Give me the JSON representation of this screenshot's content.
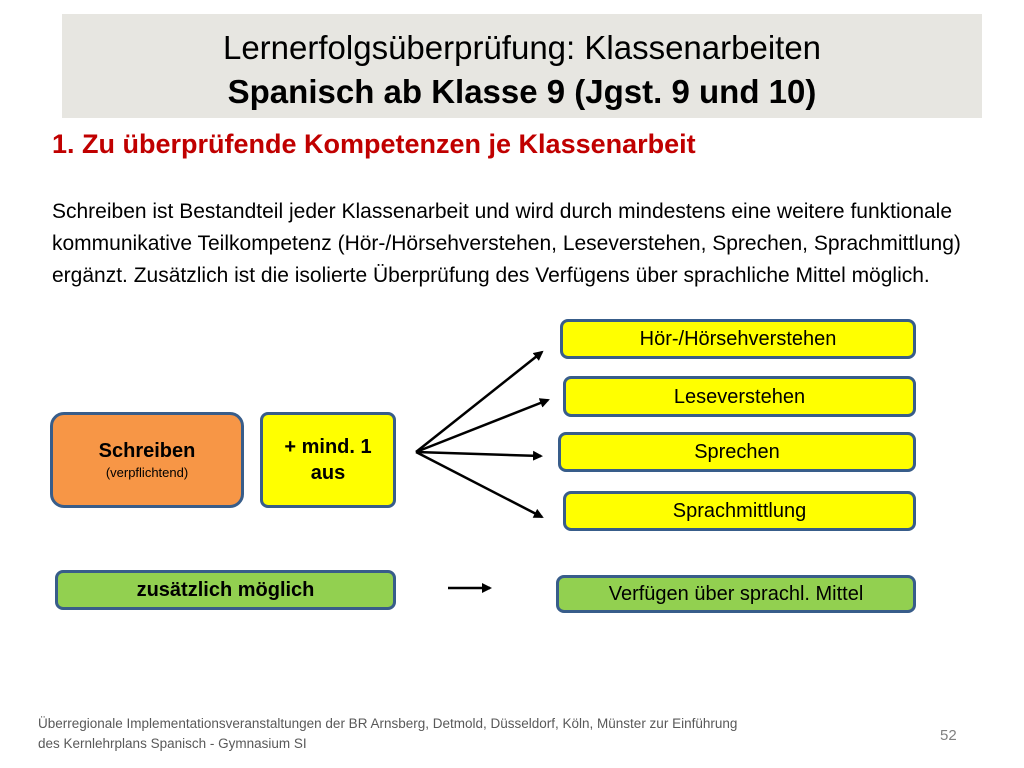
{
  "header": {
    "title_line1": "Lernerfolgsüberprüfung: Klassenarbeiten",
    "title_line2": "Spanisch ab Klasse 9 (Jgst. 9 und 10)"
  },
  "section": {
    "heading": "1. Zu überprüfende Kompetenzen je Klassenarbeit",
    "body": "Schreiben ist Bestandteil jeder Klassenarbeit und wird durch mindestens eine weitere funktionale kommunikative Teilkompetenz (Hör-/Hörsehverstehen, Leseverstehen, Sprechen, Sprachmittlung) ergänzt. Zusätzlich ist die isolierte Überprüfung des Verfügens über sprachliche Mittel möglich."
  },
  "diagram": {
    "writing_title": "Schreiben",
    "writing_note": "(verpflichtend)",
    "plus_label_line1": "+ mind. 1",
    "plus_label_line2": "aus",
    "targets": [
      "Hör-/Hörsehverstehen",
      "Leseverstehen",
      "Sprechen",
      "Sprachmittlung"
    ],
    "additional_label": "zusätzlich möglich",
    "additional_target": "Verfügen über sprachl. Mittel"
  },
  "footer": {
    "line1": "Überregionale Implementationsveranstaltungen der BR Arnsberg, Detmold, Düsseldorf, Köln, Münster zur Einführung",
    "line2": "des Kernlehrplans Spanisch - Gymnasium SI",
    "page_number": "52"
  },
  "colors": {
    "box_yellow": "#ffff00",
    "box_orange": "#f79646",
    "box_green": "#92d050",
    "box_border": "#385d8a",
    "heading_red": "#c00000",
    "title_band": "#e7e6e1"
  }
}
